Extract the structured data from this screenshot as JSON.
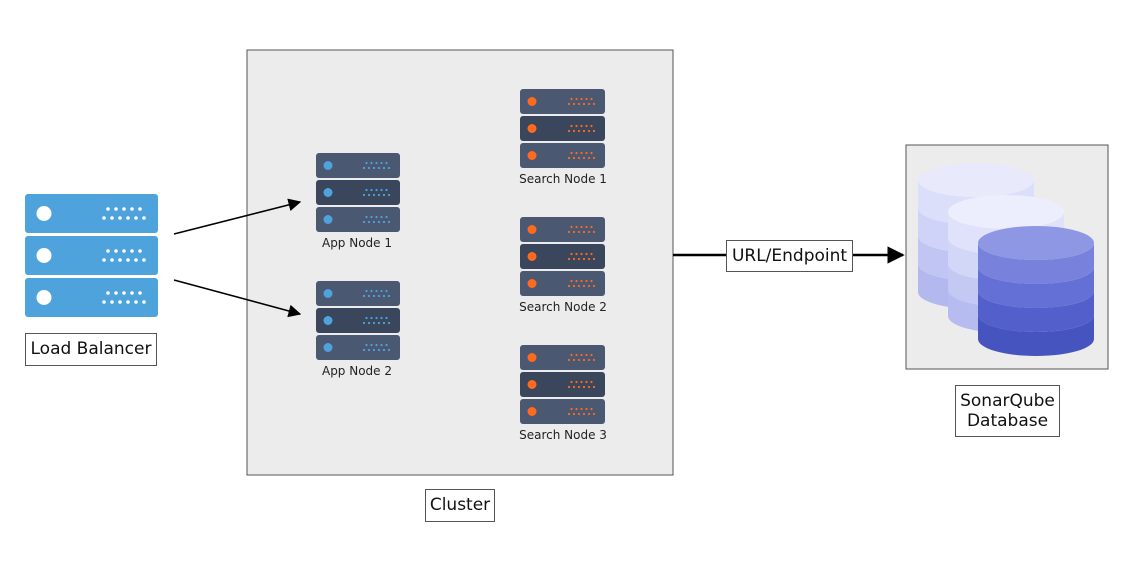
{
  "load_balancer": {
    "label": "Load Balancer"
  },
  "cluster": {
    "label": "Cluster",
    "app_nodes": [
      {
        "label": "App Node 1"
      },
      {
        "label": "App Node 2"
      }
    ],
    "search_nodes": [
      {
        "label": "Search Node 1"
      },
      {
        "label": "Search Node 2"
      },
      {
        "label": "Search Node 3"
      }
    ]
  },
  "connection": {
    "label": "URL/Endpoint"
  },
  "database": {
    "label": "SonarQube\nDatabase"
  },
  "colors": {
    "load_balancer": "#4fa3dc",
    "server_body": "#4a5872",
    "server_dark": "#3a465c",
    "app_light": "#4fa3dc",
    "search_light": "#ff6a1f",
    "cluster_bg": "#ececec",
    "db_front": "#5f6ed4",
    "db_back": "#c7ccf5"
  }
}
